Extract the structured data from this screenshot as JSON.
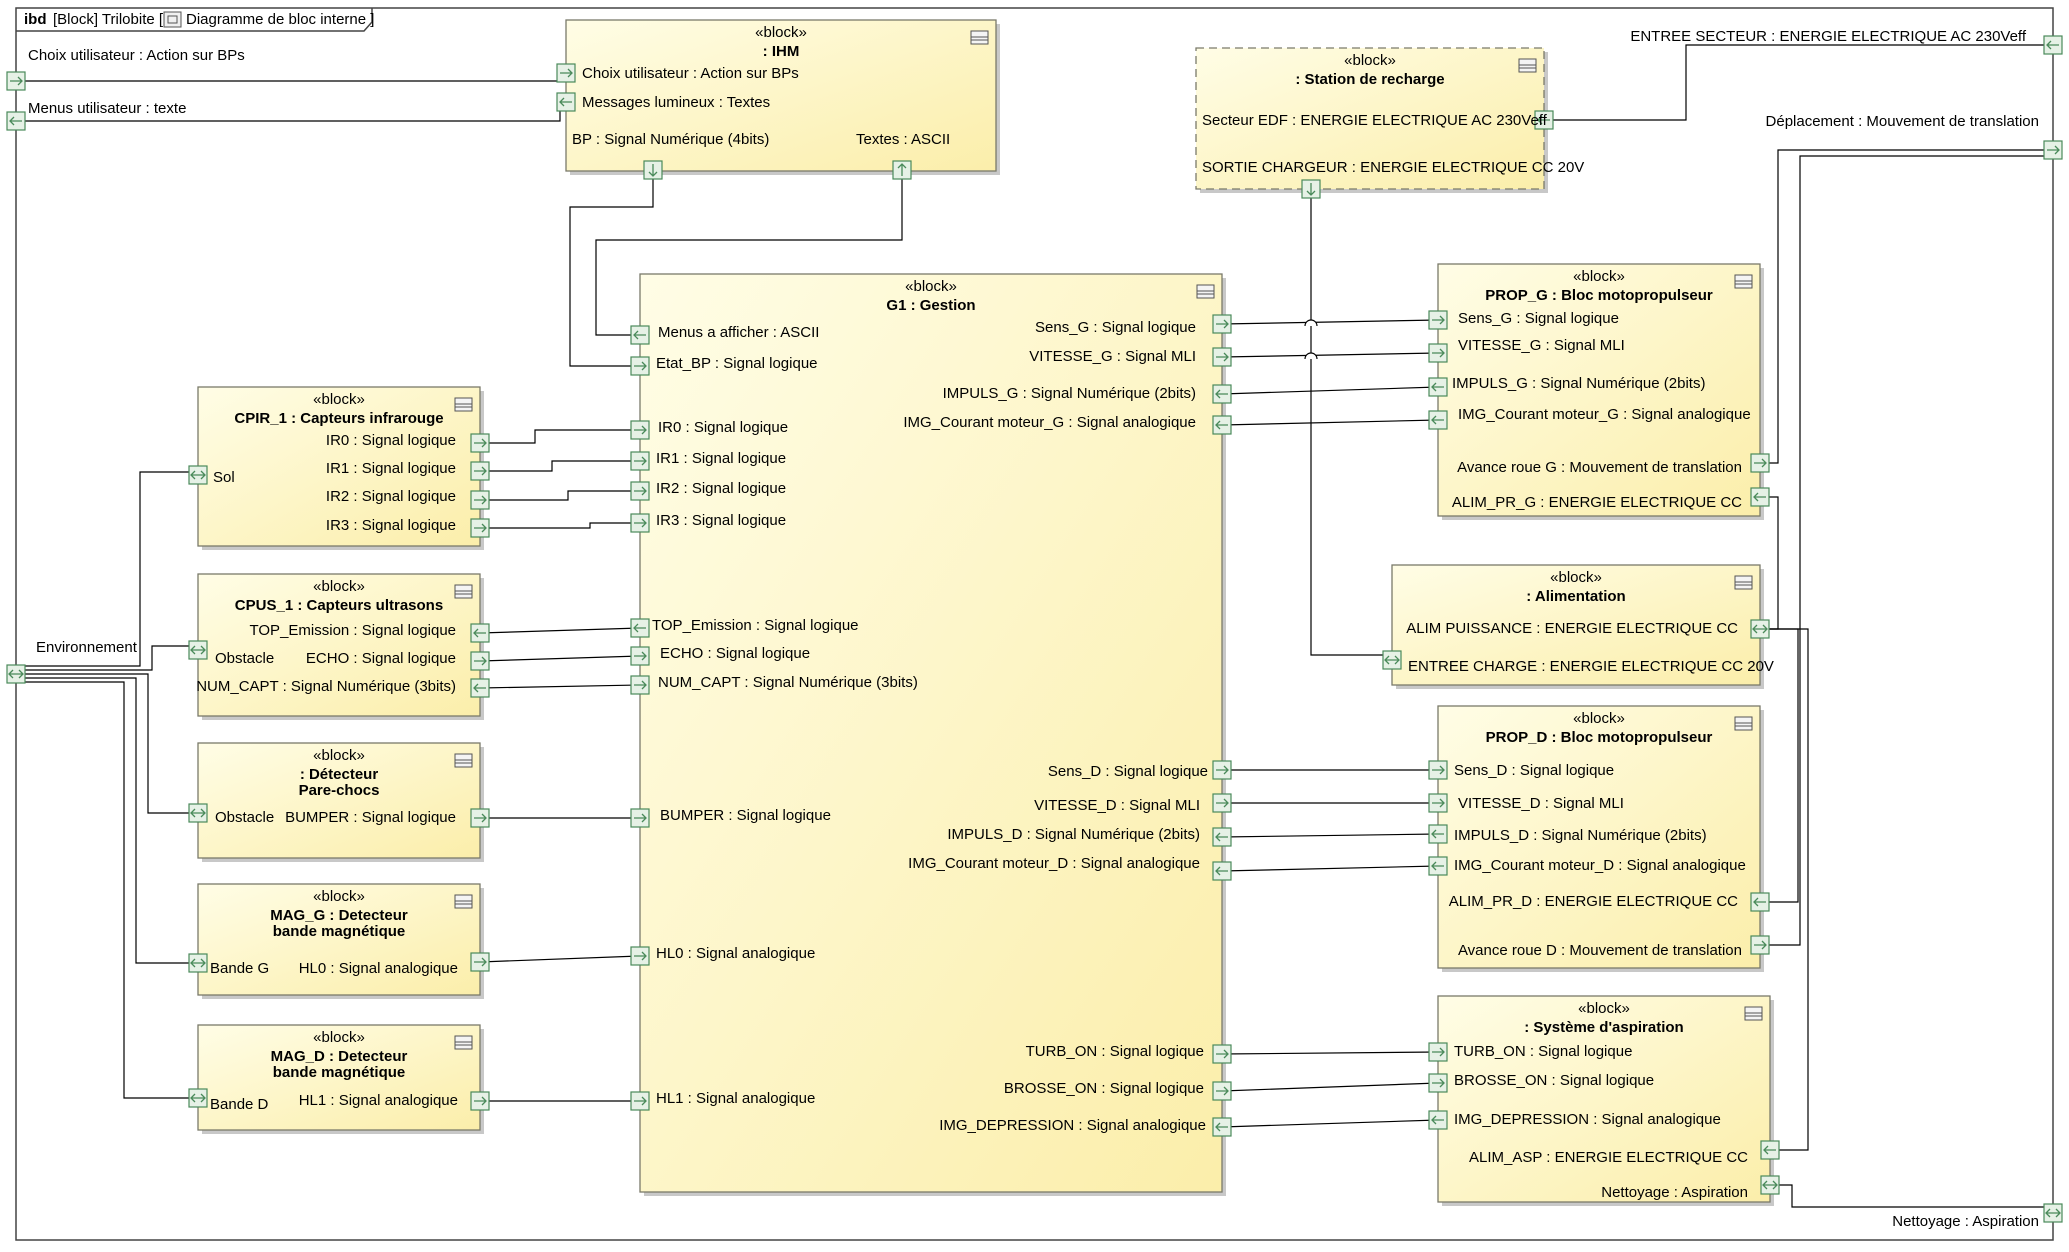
{
  "frame": {
    "kind": "ibd",
    "context": "[Block] Trilobite [",
    "diagram_name": "Diagramme de bloc interne ]"
  },
  "stereotype": "«block»",
  "boundary_ports": [
    {
      "key": "choix",
      "label": "Choix utilisateur : Action sur BPs"
    },
    {
      "key": "menus",
      "label": "Menus utilisateur : texte"
    },
    {
      "key": "env",
      "label": "Environnement"
    },
    {
      "key": "secteur",
      "label": "ENTREE SECTEUR : ENERGIE ELECTRIQUE AC 230Veff"
    },
    {
      "key": "depl",
      "label": "Déplacement : Mouvement de translation"
    },
    {
      "key": "nett",
      "label": "Nettoyage : Aspiration"
    }
  ],
  "blocks": [
    {
      "key": "ihm",
      "name": ": IHM",
      "dashed": false,
      "ports": [
        {
          "key": "choix",
          "label": "Choix utilisateur : Action sur BPs"
        },
        {
          "key": "msg",
          "label": "Messages lumineux : Textes"
        },
        {
          "key": "bp",
          "label": "BP : Signal Numérique (4bits)"
        },
        {
          "key": "txt",
          "label": "Textes : ASCII"
        }
      ]
    },
    {
      "key": "station",
      "name": ": Station de recharge",
      "dashed": true,
      "ports": [
        {
          "key": "edf",
          "label": "Secteur EDF : ENERGIE ELECTRIQUE AC 230Veff"
        },
        {
          "key": "sortie",
          "label": "SORTIE CHARGEUR : ENERGIE ELECTRIQUE CC 20V"
        }
      ]
    },
    {
      "key": "g1",
      "name": "G1 : Gestion",
      "dashed": false,
      "ports": [
        {
          "key": "menus",
          "label": "Menus a afficher : ASCII"
        },
        {
          "key": "etat",
          "label": "Etat_BP : Signal logique"
        },
        {
          "key": "ir0",
          "label": "IR0 : Signal logique"
        },
        {
          "key": "ir1",
          "label": "IR1 : Signal logique"
        },
        {
          "key": "ir2",
          "label": "IR2 : Signal logique"
        },
        {
          "key": "ir3",
          "label": "IR3 : Signal logique"
        },
        {
          "key": "top",
          "label": "TOP_Emission : Signal logique"
        },
        {
          "key": "echo",
          "label": "ECHO : Signal logique"
        },
        {
          "key": "num",
          "label": "NUM_CAPT : Signal Numérique (3bits)"
        },
        {
          "key": "bumper",
          "label": "BUMPER : Signal logique"
        },
        {
          "key": "hl0",
          "label": "HL0 : Signal analogique"
        },
        {
          "key": "hl1",
          "label": "HL1 : Signal analogique"
        },
        {
          "key": "sensg",
          "label": "Sens_G : Signal logique"
        },
        {
          "key": "vitg",
          "label": "VITESSE_G : Signal MLI"
        },
        {
          "key": "impg",
          "label": "IMPULS_G : Signal Numérique (2bits)"
        },
        {
          "key": "imgg",
          "label": "IMG_Courant moteur_G : Signal analogique"
        },
        {
          "key": "sensd",
          "label": "Sens_D : Signal logique"
        },
        {
          "key": "vitd",
          "label": "VITESSE_D : Signal MLI"
        },
        {
          "key": "impd",
          "label": "IMPULS_D : Signal Numérique (2bits)"
        },
        {
          "key": "imgd",
          "label": "IMG_Courant moteur_D : Signal analogique"
        },
        {
          "key": "turb",
          "label": "TURB_ON : Signal logique"
        },
        {
          "key": "brosse",
          "label": "BROSSE_ON : Signal logique"
        },
        {
          "key": "dep",
          "label": "IMG_DEPRESSION : Signal analogique"
        }
      ]
    },
    {
      "key": "cpir",
      "name": "CPIR_1 : Capteurs infrarouge",
      "dashed": false,
      "ports": [
        {
          "key": "ir0",
          "label": "IR0 : Signal logique"
        },
        {
          "key": "ir1",
          "label": "IR1 : Signal logique"
        },
        {
          "key": "ir2",
          "label": "IR2 : Signal logique"
        },
        {
          "key": "ir3",
          "label": "IR3 : Signal logique"
        },
        {
          "key": "sol",
          "label": "Sol"
        }
      ]
    },
    {
      "key": "cpus",
      "name": "CPUS_1 : Capteurs ultrasons",
      "dashed": false,
      "ports": [
        {
          "key": "top",
          "label": "TOP_Emission : Signal logique"
        },
        {
          "key": "echo",
          "label": "ECHO : Signal logique"
        },
        {
          "key": "num",
          "label": "NUM_CAPT : Signal Numérique (3bits)"
        },
        {
          "key": "obst",
          "label": "Obstacle"
        }
      ]
    },
    {
      "key": "det",
      "name": ": Détecteur\nPare-chocs",
      "dashed": false,
      "ports": [
        {
          "key": "obst",
          "label": "Obstacle"
        },
        {
          "key": "bumper",
          "label": "BUMPER : Signal logique"
        }
      ]
    },
    {
      "key": "magg",
      "name": "MAG_G : Detecteur\nbande magnétique",
      "dashed": false,
      "ports": [
        {
          "key": "bande",
          "label": "Bande G"
        },
        {
          "key": "hl",
          "label": "HL0 : Signal analogique"
        }
      ]
    },
    {
      "key": "magd",
      "name": "MAG_D : Detecteur\nbande magnétique",
      "dashed": false,
      "ports": [
        {
          "key": "bande",
          "label": "Bande D"
        },
        {
          "key": "hl",
          "label": "HL1 : Signal analogique"
        }
      ]
    },
    {
      "key": "propg",
      "name": "PROP_G : Bloc motopropulseur",
      "dashed": false,
      "ports": [
        {
          "key": "sens",
          "label": "Sens_G : Signal logique"
        },
        {
          "key": "vit",
          "label": "VITESSE_G : Signal MLI"
        },
        {
          "key": "imp",
          "label": "IMPULS_G : Signal Numérique (2bits)"
        },
        {
          "key": "img",
          "label": "IMG_Courant moteur_G : Signal analogique"
        },
        {
          "key": "avance",
          "label": "Avance roue G : Mouvement de translation"
        },
        {
          "key": "alim",
          "label": "ALIM_PR_G : ENERGIE ELECTRIQUE CC"
        }
      ]
    },
    {
      "key": "alim",
      "name": ": Alimentation",
      "dashed": false,
      "ports": [
        {
          "key": "puiss",
          "label": "ALIM PUISSANCE : ENERGIE ELECTRIQUE CC"
        },
        {
          "key": "charge",
          "label": "ENTREE CHARGE : ENERGIE ELECTRIQUE CC 20V"
        }
      ]
    },
    {
      "key": "propd",
      "name": "PROP_D : Bloc motopropulseur",
      "dashed": false,
      "ports": [
        {
          "key": "sens",
          "label": "Sens_D : Signal logique"
        },
        {
          "key": "vit",
          "label": "VITESSE_D : Signal MLI"
        },
        {
          "key": "imp",
          "label": "IMPULS_D : Signal Numérique (2bits)"
        },
        {
          "key": "img",
          "label": "IMG_Courant moteur_D : Signal analogique"
        },
        {
          "key": "alim",
          "label": "ALIM_PR_D : ENERGIE ELECTRIQUE CC"
        },
        {
          "key": "avance",
          "label": "Avance roue D : Mouvement de translation"
        }
      ]
    },
    {
      "key": "asp",
      "name": ": Système d'aspiration",
      "dashed": false,
      "ports": [
        {
          "key": "turb",
          "label": "TURB_ON : Signal logique"
        },
        {
          "key": "brosse",
          "label": "BROSSE_ON : Signal logique"
        },
        {
          "key": "dep",
          "label": "IMG_DEPRESSION : Signal analogique"
        },
        {
          "key": "alim",
          "label": "ALIM_ASP : ENERGIE ELECTRIQUE CC"
        },
        {
          "key": "nett",
          "label": "Nettoyage : Aspiration"
        }
      ]
    }
  ],
  "colors": {
    "block_fill_light": "#fffde6",
    "block_fill_dark": "#fbeeaa",
    "block_border": "#7a7a6a",
    "port_fill": "#e6f1e6",
    "port_border": "#4a8a5a",
    "frame_border": "#444444"
  }
}
